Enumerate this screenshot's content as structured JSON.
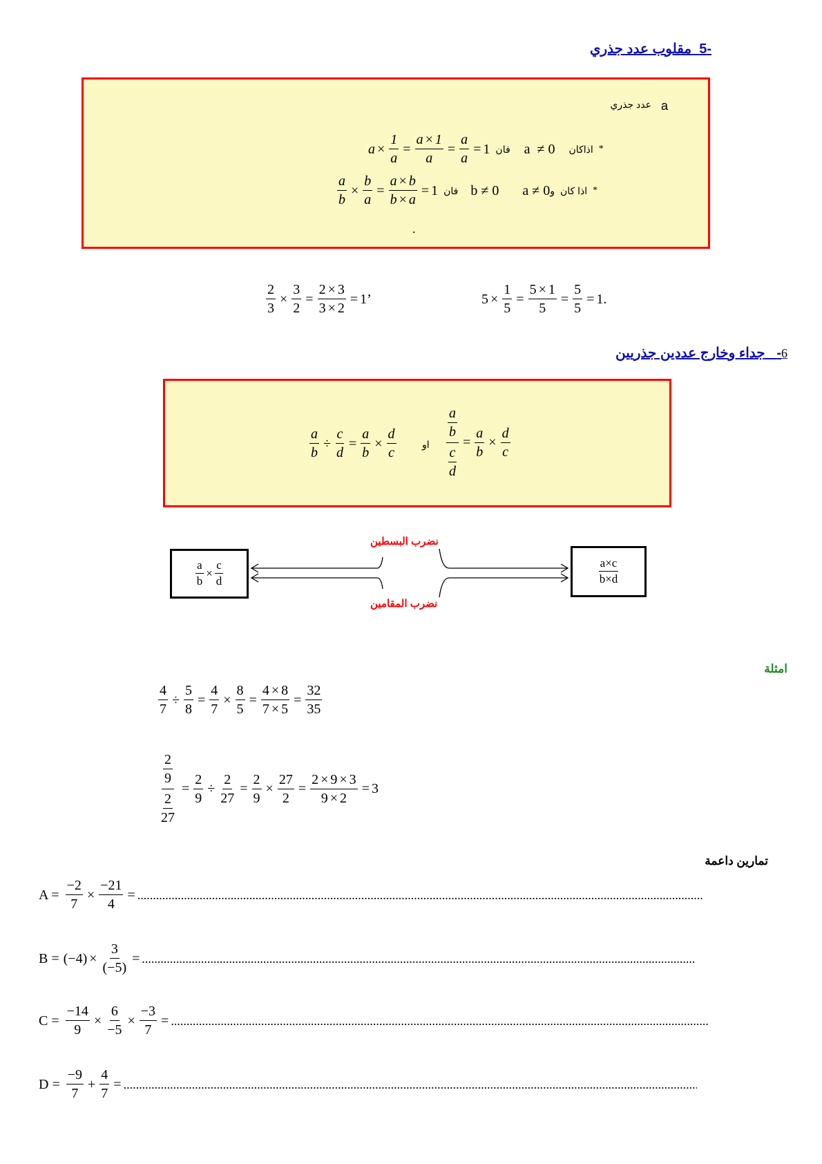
{
  "section5": {
    "number": "-5",
    "title": "مقلوب عدد جذري"
  },
  "box1": {
    "intro_var": "a",
    "intro_text": "عدد جذري",
    "line1": {
      "star": "*",
      "cond_text": "اذاكان",
      "cond": "a  ≠ 0",
      "then": "فان",
      "expr": "a × 1/a = a×1/a = a/a = 1"
    },
    "line2": {
      "star": "*",
      "cond_text": "اذا كان",
      "cond_a": "a ≠ 0",
      "and": "و",
      "cond_b": "b ≠ 0",
      "then": "فان",
      "expr": "a/b × b/a = a×b/b×a = 1"
    },
    "dot": "."
  },
  "examples_recip": {
    "ex1": {
      "suffix": "’"
    },
    "ex2": {
      "suffix": "."
    }
  },
  "section6": {
    "number": "6",
    "dash": "-",
    "title": "جداء وخارج عددين جذريين"
  },
  "box2": {
    "or": "او"
  },
  "diagram": {
    "top_label": "نضرب البسطين",
    "bottom_label": "نضرب المقامين",
    "left_box": {
      "a": "a",
      "b": "b",
      "times": "×",
      "c": "c",
      "d": "d"
    },
    "right_box": {
      "num": "a×c",
      "den": "b×d"
    }
  },
  "examples_heading": "امثلة",
  "exercises_heading": "تمارين داعمة",
  "exercises": [
    {
      "label": "A ="
    },
    {
      "label": "B ="
    },
    {
      "label": "C ="
    },
    {
      "label": "D ="
    }
  ],
  "colors": {
    "heading": "#1111aa",
    "box_bg": "#fbf8c4",
    "box_border": "#ff0000",
    "label_red": "#ff0000",
    "green": "#228b22"
  }
}
